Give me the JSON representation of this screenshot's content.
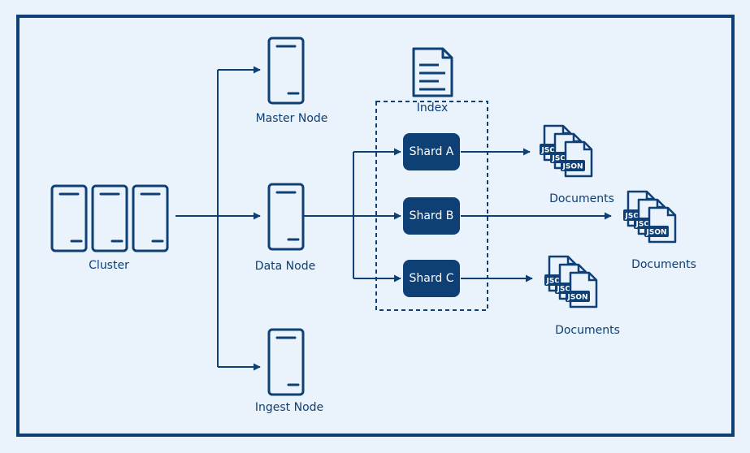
{
  "nodes": {
    "cluster": "Cluster",
    "master": "Master Node",
    "data": "Data Node",
    "ingest": "Ingest Node"
  },
  "index": {
    "label": "Index",
    "shards": [
      "Shard A",
      "Shard B",
      "Shard C"
    ]
  },
  "documents": {
    "label": "Documents",
    "badge": "JSON"
  },
  "colors": {
    "primary": "#0e3f75",
    "background": "#eaf3fc"
  }
}
